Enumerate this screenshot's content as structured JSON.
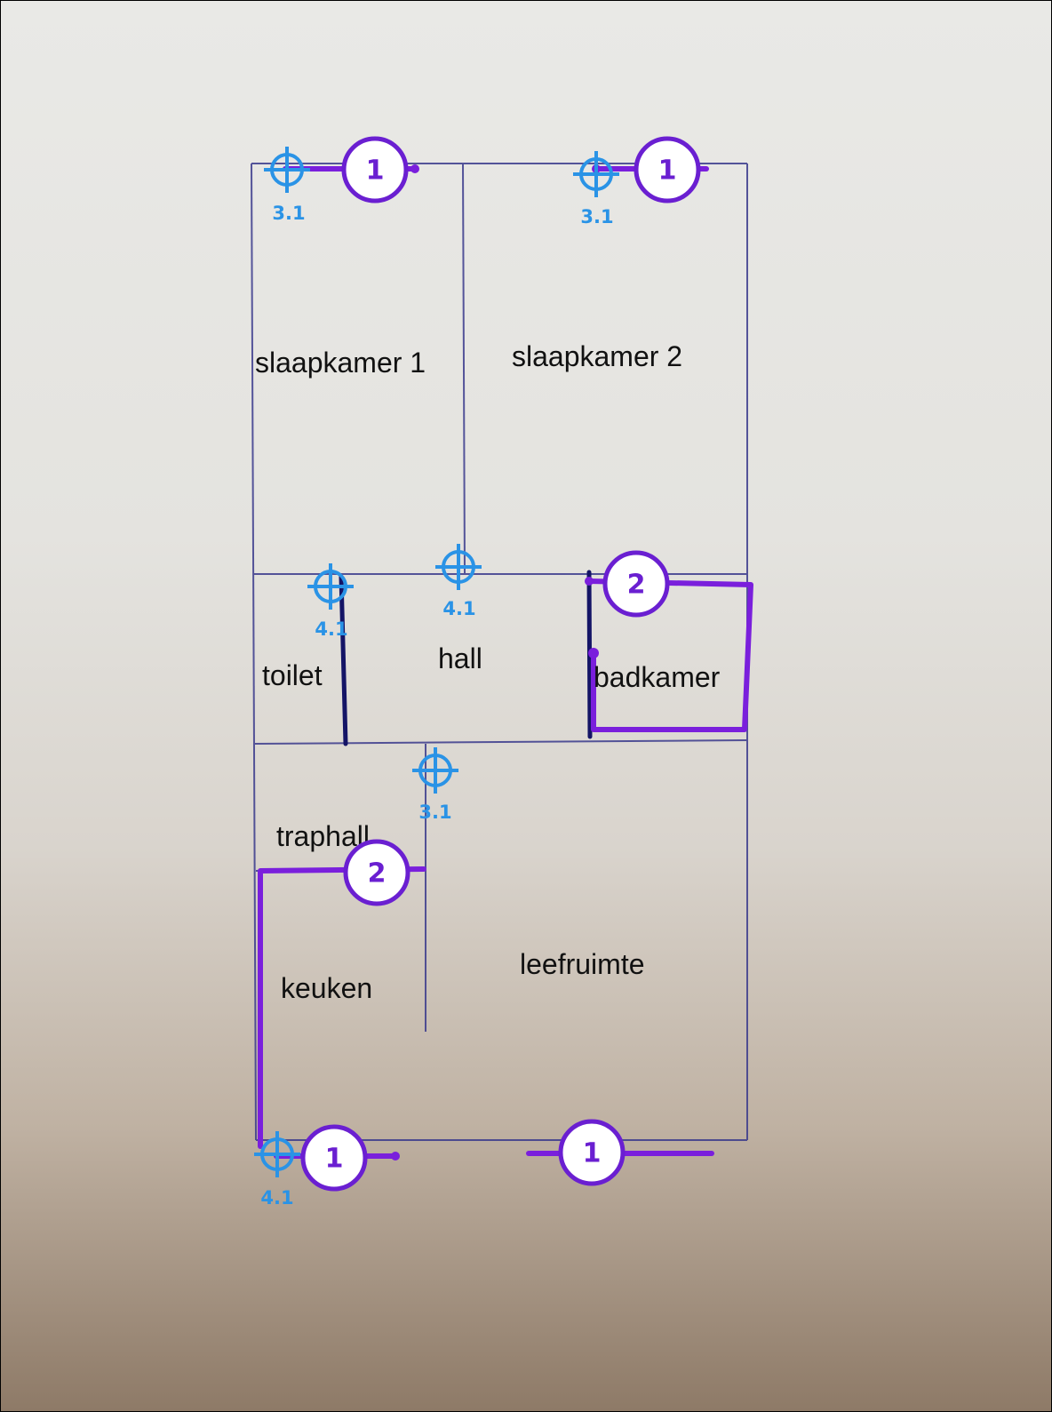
{
  "colors": {
    "pencil": "#3a3a8c",
    "ink": "#141466",
    "highlight": "#7a1fdc",
    "target": "#2a93e6",
    "marker_fill": "#ffffff"
  },
  "rooms": {
    "slaapkamer_1": "slaapkamer 1",
    "slaapkamer_2": "slaapkamer 2",
    "toilet": "toilet",
    "hall": "hall",
    "badkamer": "badkamer",
    "traphall": "traphall",
    "keuken": "keuken",
    "leefruimte": "leefruimte"
  },
  "markers": {
    "top_left": "1",
    "top_right": "1",
    "badkamer": "2",
    "traphall": "2",
    "bottom_left": "1",
    "bottom_right": "1"
  },
  "targets": {
    "top_left": "3.1",
    "top_right": "3.1",
    "toilet": "4.1",
    "hall": "4.1",
    "traphall": "3.1",
    "bottom_left": "4.1"
  },
  "icons": {
    "target": "crosshair-icon",
    "marker": "numbered-circle"
  }
}
